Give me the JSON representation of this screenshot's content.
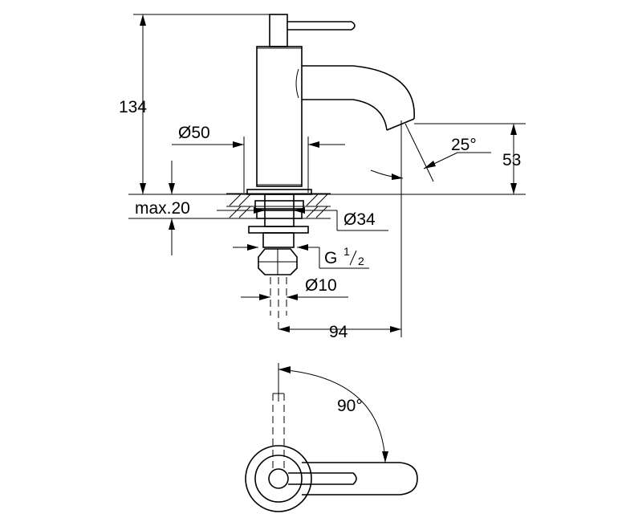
{
  "dimensions": {
    "height_total": "134",
    "diameter_base": "Ø50",
    "max_thickness": "max.20",
    "diameter_hole": "Ø34",
    "thread_prefix": "G",
    "thread_num": "1",
    "thread_den": "2",
    "diameter_hose": "Ø10",
    "reach": "94",
    "spout_angle": "25°",
    "spout_height": "53",
    "lever_angle": "90°"
  }
}
